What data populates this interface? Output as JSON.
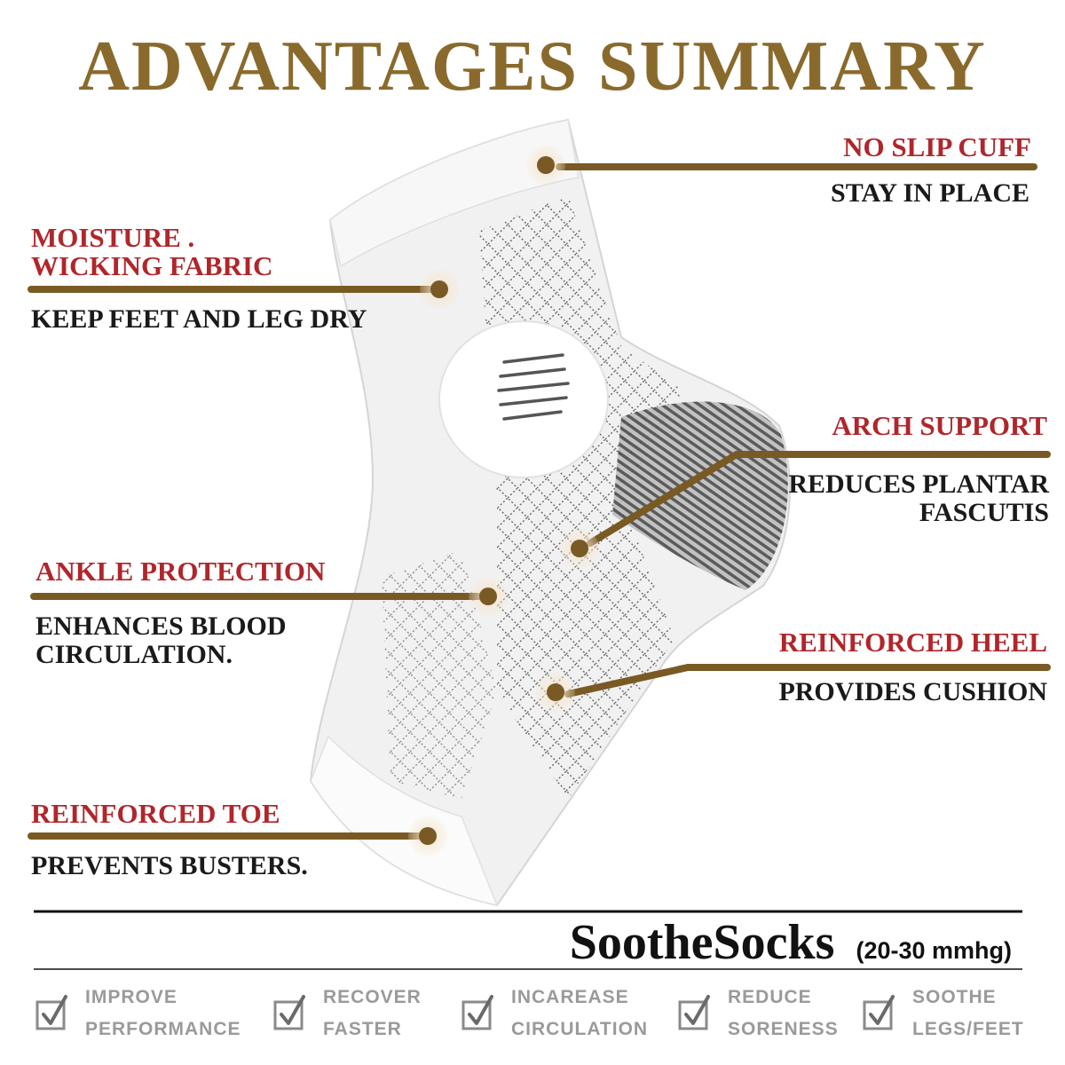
{
  "header": {
    "title": "ADVANTAGES SUMMARY"
  },
  "features": {
    "no_slip_cuff": {
      "title": "NO SLIP CUFF",
      "desc": "STAY IN PLACE"
    },
    "moisture_wicking": {
      "title_line1": "MOISTURE .",
      "title_line2": "WICKING FABRIC",
      "desc": "KEEP FEET AND LEG DRY"
    },
    "arch_support": {
      "title": "ARCH SUPPORT",
      "desc_line1": "REDUCES PLANTAR",
      "desc_line2": "FASCUTIS"
    },
    "ankle_protection": {
      "title": "ANKLE PROTECTION",
      "desc_line1": "ENHANCES BLOOD",
      "desc_line2": "CIRCULATION."
    },
    "reinforced_heel": {
      "title": "REINFORCED HEEL",
      "desc": "PROVIDES CUSHION"
    },
    "reinforced_toe": {
      "title": "REINFORCED TOE",
      "desc": "PREVENTS BUSTERS."
    }
  },
  "product": {
    "brand": "SootheSocks",
    "compression": "(20-30 mmhg)"
  },
  "benefits": [
    {
      "line1": "IMPROVE",
      "line2": "PERFORMANCE",
      "icon": "checkbox-check-icon"
    },
    {
      "line1": "RECOVER",
      "line2": "FASTER",
      "icon": "checkbox-check-icon"
    },
    {
      "line1": "INCAREASE",
      "line2": "CIRCULATION",
      "icon": "checkbox-check-icon"
    },
    {
      "line1": "REDUCE",
      "line2": "SORENESS",
      "icon": "checkbox-check-icon"
    },
    {
      "line1": "SOOTHE",
      "line2": "LEGS/FEET",
      "icon": "checkbox-check-icon"
    }
  ],
  "colors": {
    "title_gold": "#8a6a2c",
    "feature_red": "#b0262b",
    "leader_brown": "#7a5a24",
    "text_dark": "#1a1a1a",
    "benefit_grey": "#9a9a9a"
  }
}
